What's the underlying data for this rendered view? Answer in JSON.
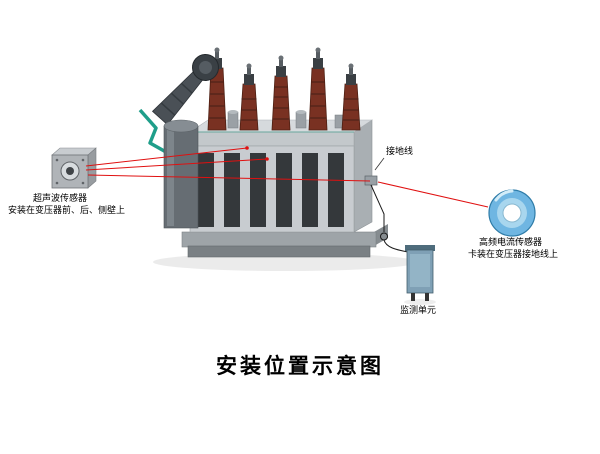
{
  "title": "安装位置示意图",
  "labels": {
    "ground_wire": "接地线",
    "ultrasonic_name": "超声波传感器",
    "ultrasonic_desc": "安装在变压器前、后、侧壁上",
    "hf_name": "高频电流传感器",
    "hf_desc": "卡装在变压器接地线上",
    "monitor_unit": "监测单元"
  },
  "colors": {
    "connection_line": "#e01010",
    "ring_sensor_blue": "#6fb6e2",
    "tank_gray": "#c8ccd0",
    "fin_dark": "#34383b",
    "bushing_brown": "#793122",
    "background": "#ffffff"
  }
}
